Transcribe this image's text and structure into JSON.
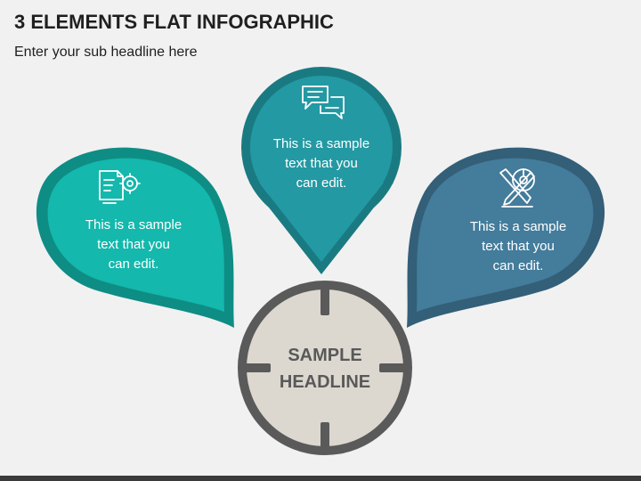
{
  "header": {
    "title": "3 ELEMENTS FLAT INFOGRAPHIC",
    "subtitle": "Enter your sub headline here"
  },
  "center": {
    "line1": "SAMPLE",
    "line2": "HEADLINE"
  },
  "pins": [
    {
      "icon": "document-gear-icon",
      "color": "#14b8ac",
      "border": "#0e8d85",
      "lines": [
        "This is a sample",
        "text that you",
        "can edit."
      ]
    },
    {
      "icon": "chat-bubbles-icon",
      "color": "#2399a3",
      "border": "#1a7a82",
      "lines": [
        "This is a sample",
        "text that you",
        "can edit."
      ]
    },
    {
      "icon": "design-tools-icon",
      "color": "#447c9b",
      "border": "#335f78",
      "lines": [
        "This is a sample",
        "text that you",
        "can edit."
      ]
    }
  ]
}
